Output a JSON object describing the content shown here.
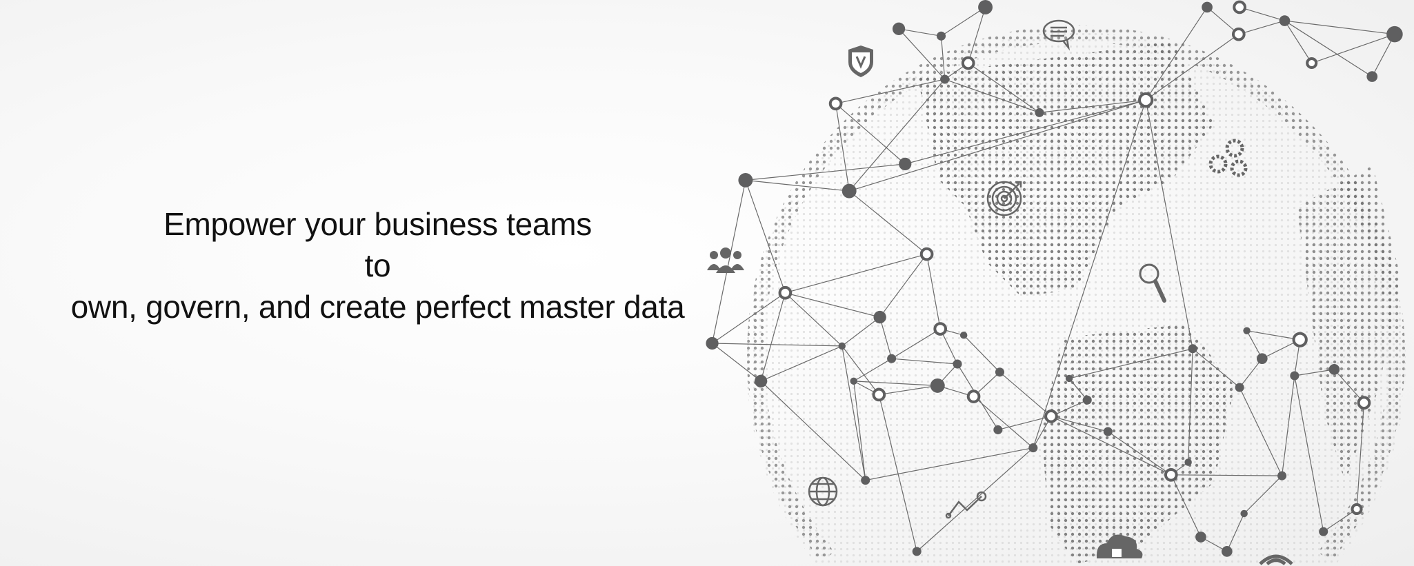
{
  "hero": {
    "headline_line1": "Empower your business teams",
    "headline_line2": "to",
    "headline_line3": "own, govern, and create perfect master data"
  },
  "colors": {
    "text": "#111111",
    "node": "#5f5f60",
    "line": "#6a6a6a",
    "dots_light": "#c8c8c8"
  },
  "icons": [
    "shield-check-icon",
    "chat-bubble-icon",
    "gears-icon",
    "target-icon",
    "people-icon",
    "magnifier-icon",
    "globe-icon",
    "line-chart-icon",
    "cloud-home-icon",
    "wifi-icon"
  ]
}
